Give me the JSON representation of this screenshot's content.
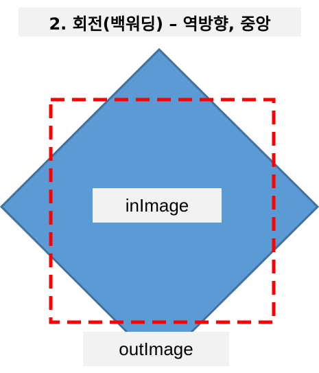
{
  "title": "2. 회전(백워딩) – 역방향, 중앙",
  "labels": {
    "in_image": "inImage",
    "out_image": "outImage"
  },
  "colors": {
    "diamond_fill": "#5b9bd5",
    "diamond_stroke": "#41719c",
    "dashed_frame": "#ff0000",
    "label_background": "#f2f2f2"
  }
}
